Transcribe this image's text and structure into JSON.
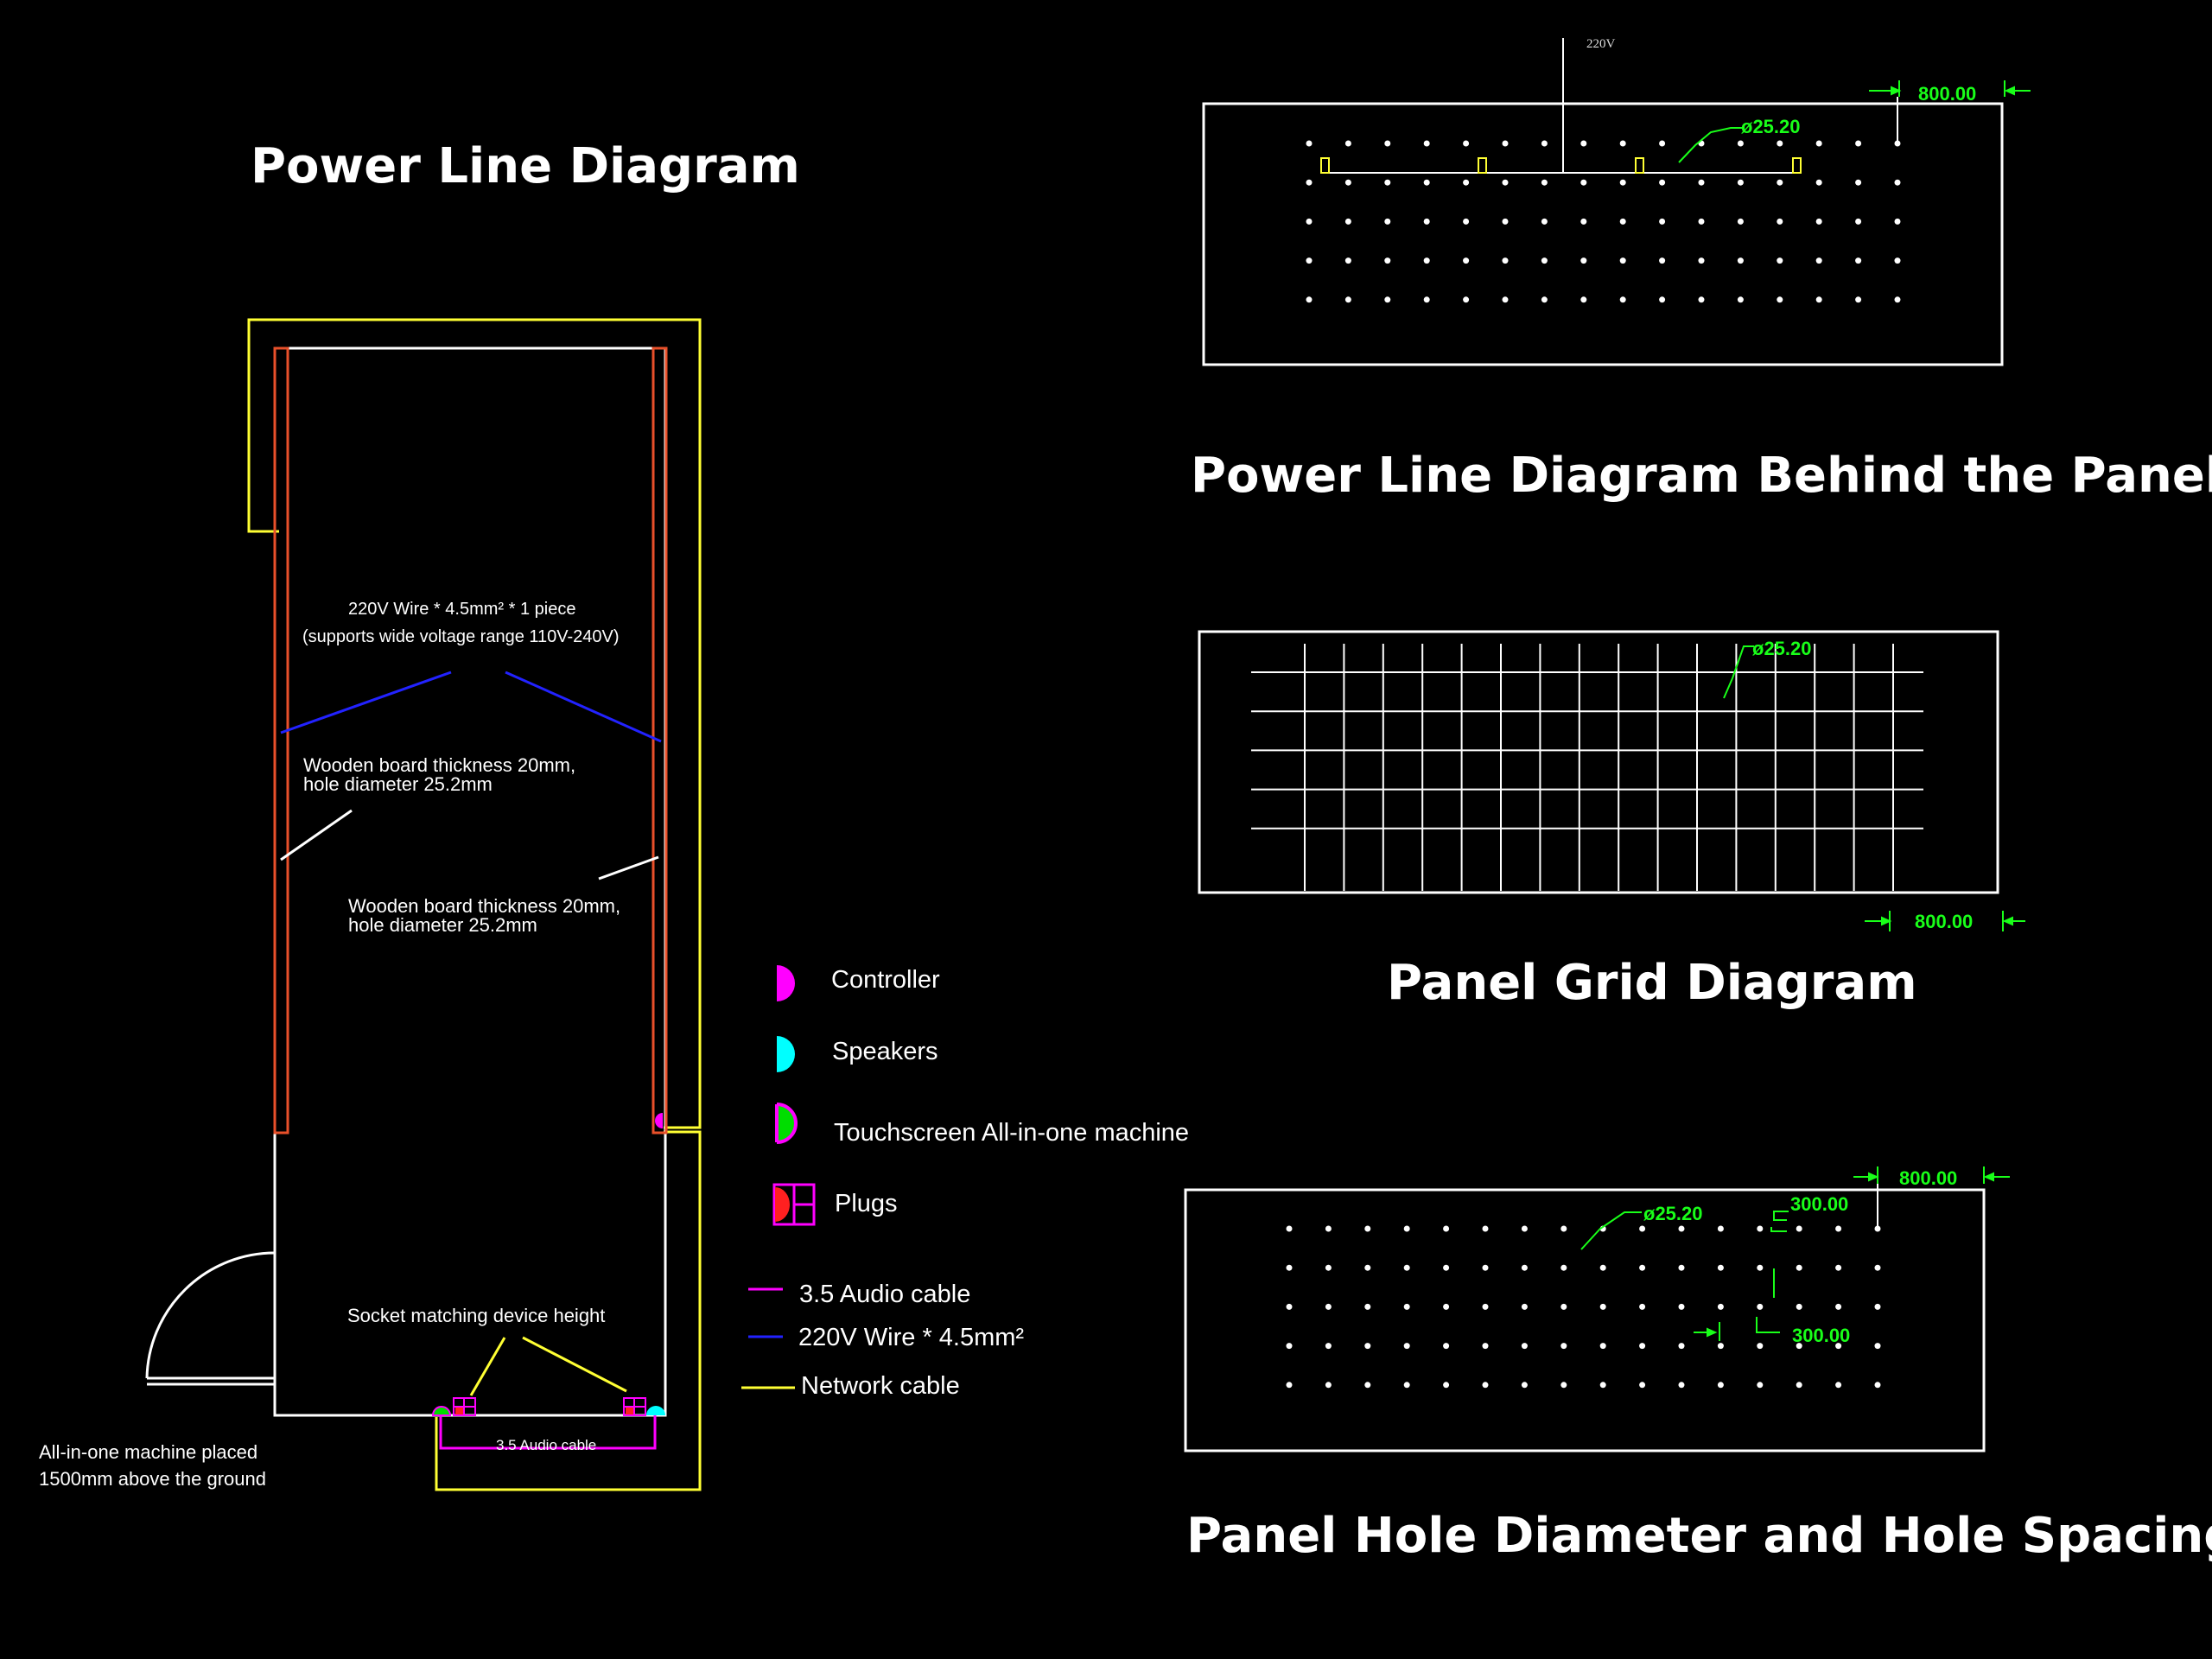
{
  "titles": {
    "power_line": "Power Line Diagram",
    "behind_panel": "Power Line Diagram Behind the Panel",
    "grid": "Panel Grid Diagram",
    "holes": "Panel Hole Diameter and Hole Spacing"
  },
  "room": {
    "wire_note_line1": "220V Wire * 4.5mm² * 1 piece",
    "wire_note_line2": "(supports wide voltage range 110V-240V)",
    "board_left_line1": "Wooden board thickness 20mm,",
    "board_left_line2": "hole diameter 25.2mm",
    "board_right_line1": "Wooden board thickness 20mm,",
    "board_right_line2": "hole diameter 25.2mm",
    "socket_note": "Socket matching device height",
    "audio_cable_label": "3.5 Audio cable",
    "machine_note_line1": "All-in-one machine placed",
    "machine_note_line2": "1500mm above the ground"
  },
  "legend": [
    {
      "label": "Controller",
      "icon": "controller-icon",
      "color": "#ff00ff"
    },
    {
      "label": "Speakers",
      "icon": "speaker-icon",
      "color": "#00ffff"
    },
    {
      "label": "Touchscreen All-in-one machine",
      "icon": "touchscreen-icon",
      "color": "#00dd00"
    },
    {
      "label": "Plugs",
      "icon": "plug-icon",
      "color": "#ff2020"
    },
    {
      "label": "3.5 Audio cable",
      "icon": "audio-cable-line",
      "color": "#ff00ff"
    },
    {
      "label": "220V Wire * 4.5mm²",
      "icon": "power-wire-line",
      "color": "#2222ff"
    },
    {
      "label": "Network cable",
      "icon": "network-cable-line",
      "color": "#ffff33"
    }
  ],
  "panel_behind": {
    "supply_label": "220V",
    "width_dim": "800.00",
    "hole_dim": "ø25.20"
  },
  "panel_grid": {
    "width_dim": "800.00",
    "hole_dim": "ø25.20"
  },
  "panel_holes": {
    "width_dim": "800.00",
    "hole_dim": "ø25.20",
    "spacing_dim_1": "300.00",
    "spacing_dim_2": "300.00"
  },
  "colors": {
    "background": "#000000",
    "line": "#ffffff",
    "wood": "#e8502a",
    "network": "#ffff33",
    "power": "#2222ff",
    "audio": "#ff00ff",
    "dimension": "#19ff19"
  }
}
